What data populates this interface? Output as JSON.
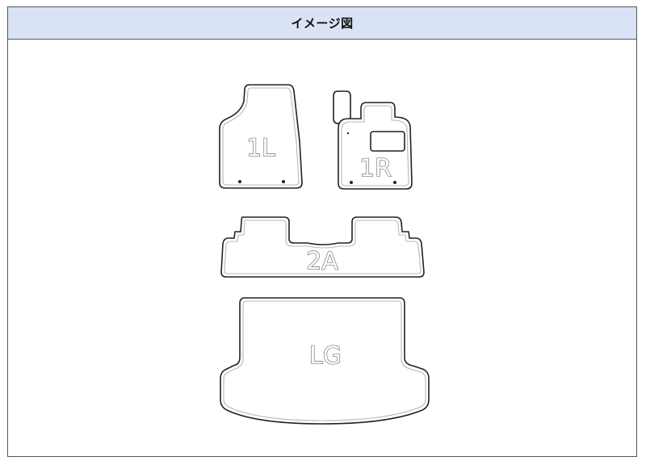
{
  "header": {
    "title": "イメージ図"
  },
  "mats": {
    "front_left": {
      "label": "1L"
    },
    "front_right": {
      "label": "1R"
    },
    "second_row": {
      "label": "2A"
    },
    "luggage": {
      "label": "LG"
    }
  },
  "colors": {
    "header_background": "#d9e3f5",
    "border": "#555555",
    "mat_outline": "#222222",
    "mat_inner_line": "#b8b8b8"
  }
}
